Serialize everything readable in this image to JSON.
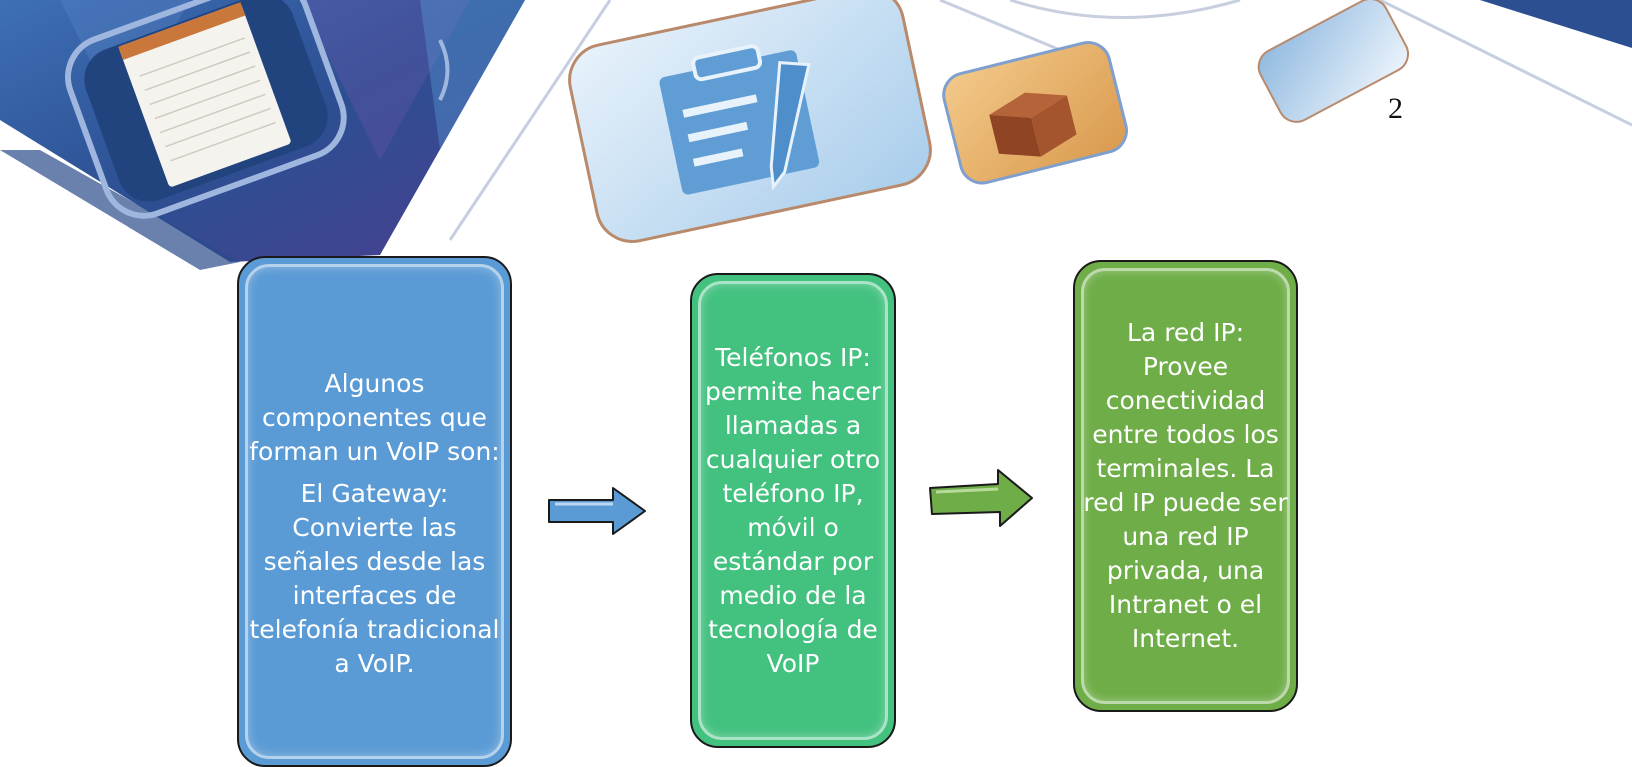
{
  "page_number": "2",
  "steps": [
    {
      "paragraphs": [
        "Algunos componentes que forman un VoIP son:",
        "El Gateway: Convierte las señales desde las interfaces de telefonía tradicional a VoIP."
      ]
    },
    {
      "paragraphs": [
        "Teléfonos IP: permite hacer llamadas a cualquier otro teléfono IP, móvil o estándar por medio de la tecnología de VoIP"
      ]
    },
    {
      "paragraphs": [
        "La red IP:  Provee conectividad entre todos los terminales. La red IP puede ser una red IP privada, una Intranet o el Internet."
      ]
    }
  ],
  "colors": {
    "box_1": "#5b9bd5",
    "box_2": "#43c17f",
    "box_3": "#6ead47",
    "arrow_1": "#5b9bd5",
    "arrow_2": "#6ead47",
    "banner": "#2e4f8f"
  },
  "icons": [
    "notepad-icon",
    "clipboard-icon",
    "box-icon"
  ]
}
